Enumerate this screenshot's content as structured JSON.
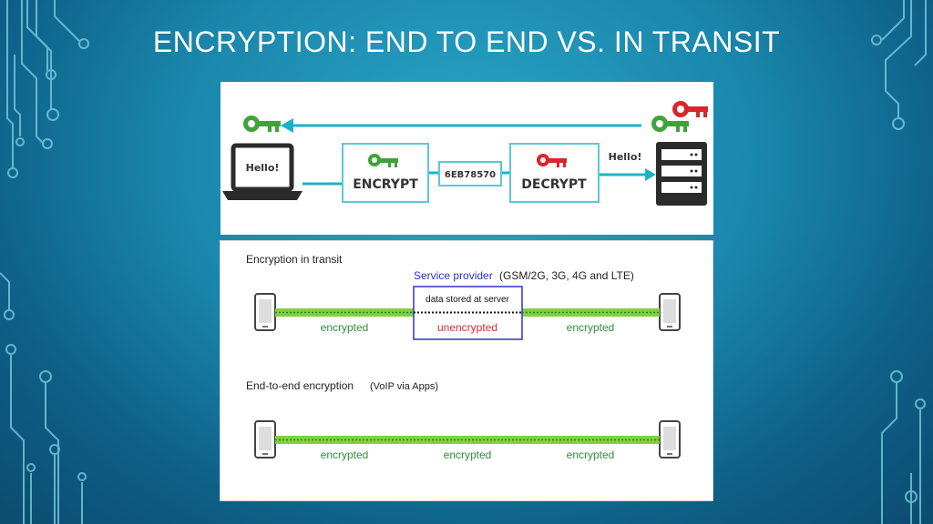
{
  "title": "ENCRYPTION: END TO END VS. IN TRANSIT",
  "top_diagram": {
    "laptop_text": "Hello!",
    "encrypt_label": "ENCRYPT",
    "cipher_text": "6EB78570",
    "decrypt_label": "DECRYPT",
    "server_text": "Hello!"
  },
  "transit": {
    "heading": "Encryption in transit",
    "provider_label": "Service provider",
    "provider_detail": "(GSM/2G, 3G, 4G and LTE)",
    "stored_text": "data stored at server",
    "left_label": "encrypted",
    "middle_label": "unencrypted",
    "right_label": "encrypted"
  },
  "e2e": {
    "heading": "End-to-end encryption",
    "heading_detail": "(VoIP via Apps)",
    "labels": [
      "encrypted",
      "encrypted",
      "encrypted"
    ]
  },
  "colors": {
    "green_key": "#3ea33a",
    "red_key": "#d9262b",
    "box_border": "#5cc8d8",
    "arrow": "#19b3c7",
    "channel_green": "#7fd23e",
    "provider_blue": "#2b35c7",
    "unencrypted_red": "#d3302c",
    "label_green": "#2f8f3a"
  }
}
